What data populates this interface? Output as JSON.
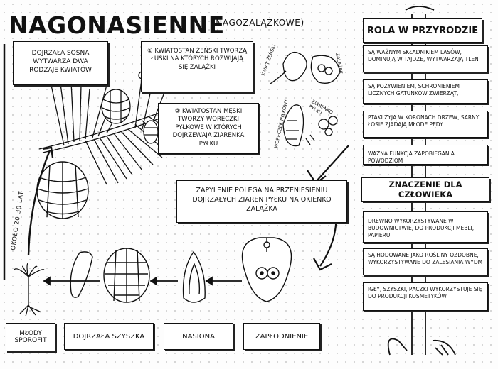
{
  "title": "NAGONASIENNE",
  "subtitle": "(NAGOZALĄŻKOWE)",
  "left_panel": {
    "intro": "DOJRZAŁA SOSNA WYTWARZA DWA RODZAJE KWIATÓW",
    "female_flower": "① KWIATOSTAN ŻEŃSKI TWORZĄ ŁUSKI NA KTÓRYCH ROZWIJAJĄ SIĘ ZALĄŻKI",
    "male_flower": "② KWIATOSTAN MĘSKI TWORZY WORECZKI PYŁKOWE W KTÓRYCH DOJRZEWAJĄ ZIARENKA PYŁKU",
    "pollination": "ZAPYLENIE POLEGA NA PRZENIESIENIU DOJRZAŁYCH ZIAREN PYŁKU NA OKIENKO ZALĄŻKA",
    "age_note": "OKOŁO 20-30 LAT",
    "diagram_labels": {
      "female_flower_label": "KWIAT ŻEŃSKI",
      "ovule_label": "ZALĄŻEK",
      "pollen_sac_label": "WORECZEK PYŁKOWY",
      "pollen_grains_label": "ZIARENKO PYŁKU"
    },
    "stages": [
      "MŁODY SPOROFIT",
      "DOJRZAŁA SZYSZKA",
      "NASIONA",
      "ZAPŁODNIENIE"
    ]
  },
  "role_in_nature": {
    "heading": "ROLA W PRZYRODZIE",
    "items": [
      "SĄ WAŻNYM SKŁADNIKIEM LASÓW, DOMINUJĄ W TAJDZE, WYTWARZAJĄ TLEN",
      "SĄ POŻYWIENIEM, SCHRONIENIEM LICZNYCH GATUNKÓW ZWIERZĄT,",
      "PTAKI ŻYJĄ W KORONACH DRZEW, SARNY ŁOSIE ZJADAJĄ MŁODE PĘDY",
      "WAŻNA FUNKCJA ZAPOBIEGANIA POWODZIOM"
    ]
  },
  "human_significance": {
    "heading": "ZNACZENIE DLA CZŁOWIEKA",
    "items": [
      "DREWNO WYKORZYSTYWANE W BUDOWNICTWIE, DO PRODUKCJI MEBLI, PAPIERU",
      "SĄ HODOWANE JAKO ROŚLINY OZDOBNE, WYKORZYSTYWANE DO ZALESIANIA WYDM",
      "IGŁY, SZYSZKI, PĄCZKI WYKORZYSTUJE SIĘ DO PRODUKCJI KOSMETYKÓW"
    ]
  }
}
